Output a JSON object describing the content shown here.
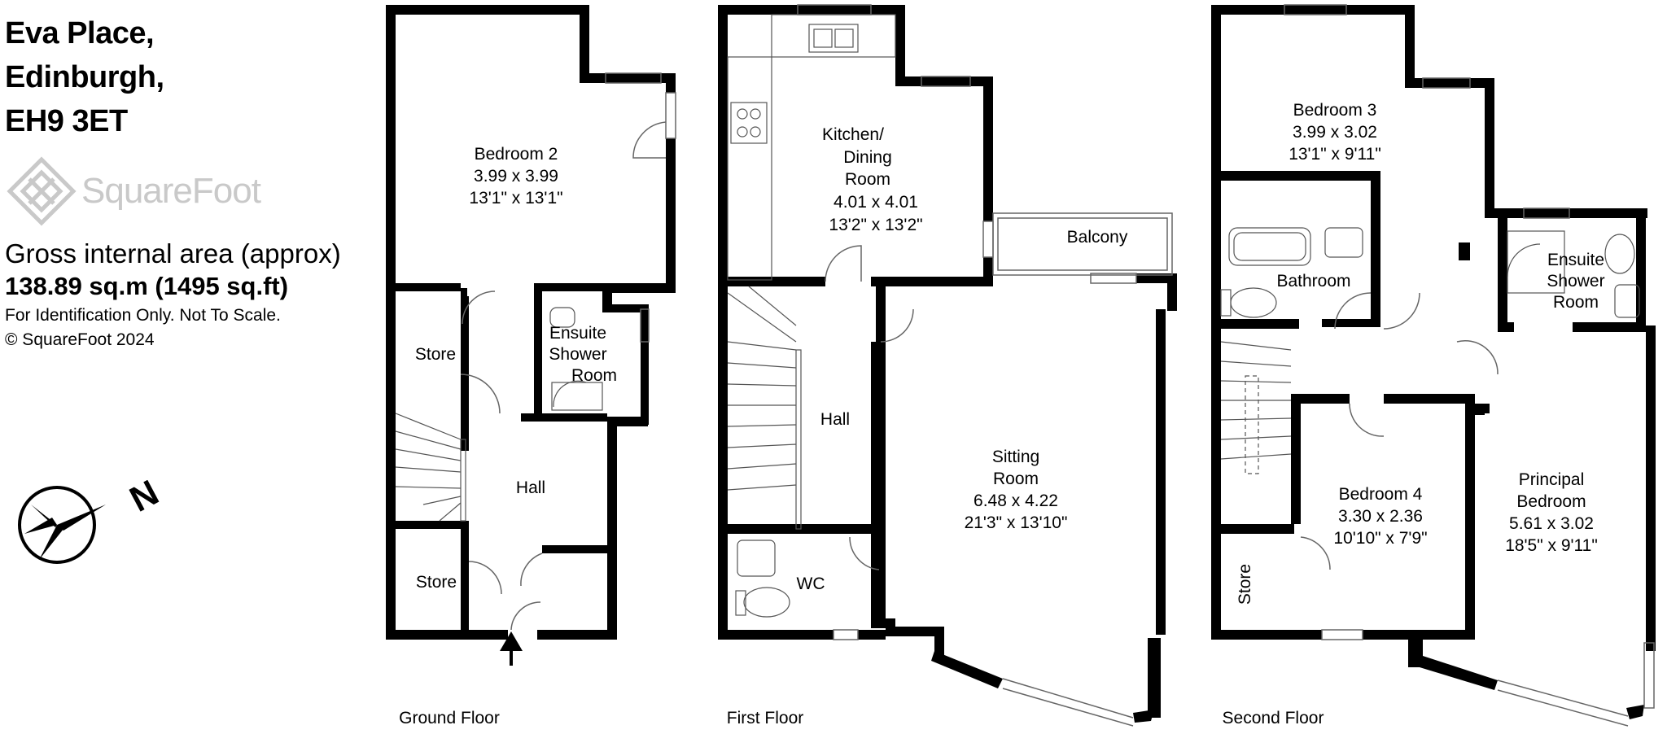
{
  "address": {
    "line1": "Eva Place,",
    "line2": "Edinburgh,",
    "line3": "EH9 3ET"
  },
  "logo": {
    "text": "SquareFoot",
    "icon": "squarefoot-logo-icon"
  },
  "area": {
    "label": "Gross internal area (approx)",
    "value": "138.89 sq.m (1495 sq.ft)"
  },
  "notes": {
    "identification": "For Identification Only. Not To Scale.",
    "copyright": "© SquareFoot 2024"
  },
  "compass": {
    "letter": "N",
    "icon": "north-arrow-icon"
  },
  "floors": {
    "ground": {
      "label": "Ground Floor",
      "rooms": {
        "bedroom2": {
          "name": "Bedroom 2",
          "metric": "3.99 x 3.99",
          "imperial": "13'1\" x 13'1\""
        },
        "store1": {
          "name": "Store"
        },
        "ensuite": {
          "name1": "Ensuite",
          "name2": "Shower",
          "name3": "Room"
        },
        "hall": {
          "name": "Hall"
        },
        "store2": {
          "name": "Store"
        }
      }
    },
    "first": {
      "label": "First Floor",
      "rooms": {
        "kitchen": {
          "name1": "Kitchen/",
          "name2": "Dining",
          "name3": "Room",
          "metric": "4.01 x 4.01",
          "imperial": "13'2\" x 13'2\""
        },
        "balcony": {
          "name": "Balcony"
        },
        "hall": {
          "name": "Hall"
        },
        "sitting": {
          "name1": "Sitting",
          "name2": "Room",
          "metric": "6.48 x 4.22",
          "imperial": "21'3\" x 13'10\""
        },
        "wc": {
          "name": "WC"
        }
      }
    },
    "second": {
      "label": "Second Floor",
      "rooms": {
        "bedroom3": {
          "name": "Bedroom 3",
          "metric": "3.99 x 3.02",
          "imperial": "13'1\" x 9'11\""
        },
        "bathroom": {
          "name": "Bathroom"
        },
        "ensuite": {
          "name1": "Ensuite",
          "name2": "Shower",
          "name3": "Room"
        },
        "bedroom4": {
          "name": "Bedroom 4",
          "metric": "3.30 x 2.36",
          "imperial": "10'10\" x 7'9\""
        },
        "principal": {
          "name1": "Principal",
          "name2": "Bedroom",
          "metric": "5.61 x 3.02",
          "imperial": "18'5\" x 9'11\""
        },
        "store": {
          "name": "Store"
        }
      }
    }
  },
  "colors": {
    "wall": "#000000",
    "logo": "#c9c9c9",
    "fixture": "#555555"
  }
}
